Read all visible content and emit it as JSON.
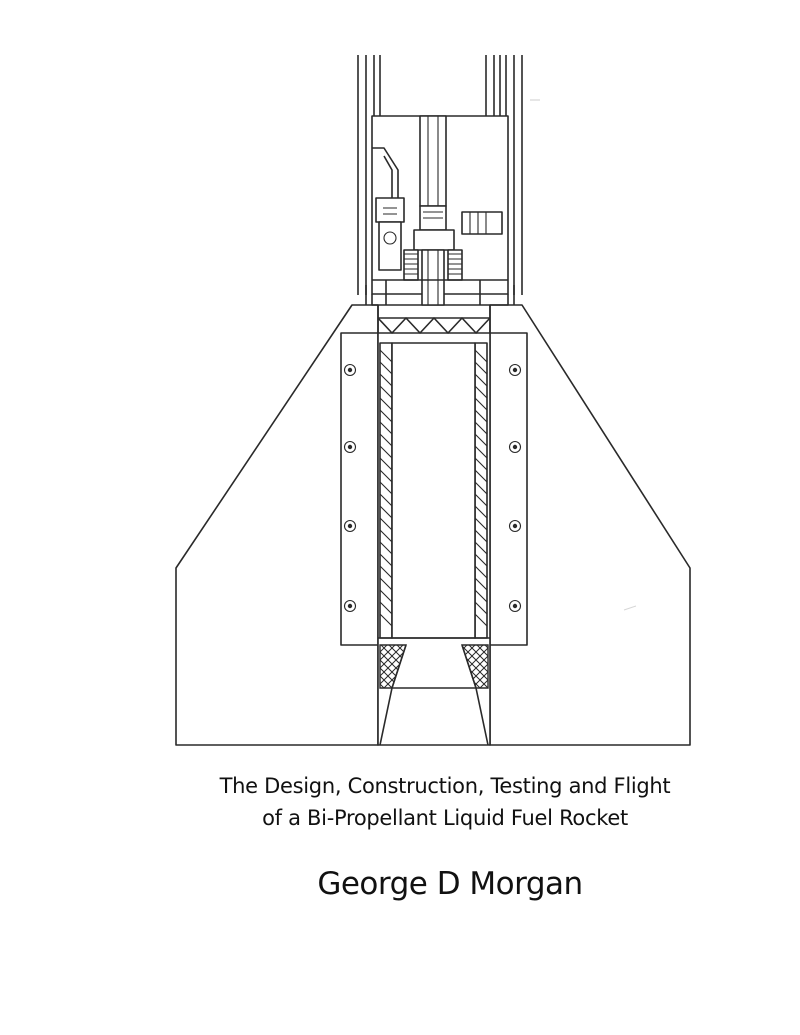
{
  "cover": {
    "title_line_1": "The Design, Construction, Testing and Flight",
    "title_line_2": "of a Bi-Propellant Liquid Fuel Rocket",
    "author": "George D Morgan"
  },
  "colors": {
    "background": "#ffffff",
    "ink": "#2a2a2a"
  }
}
